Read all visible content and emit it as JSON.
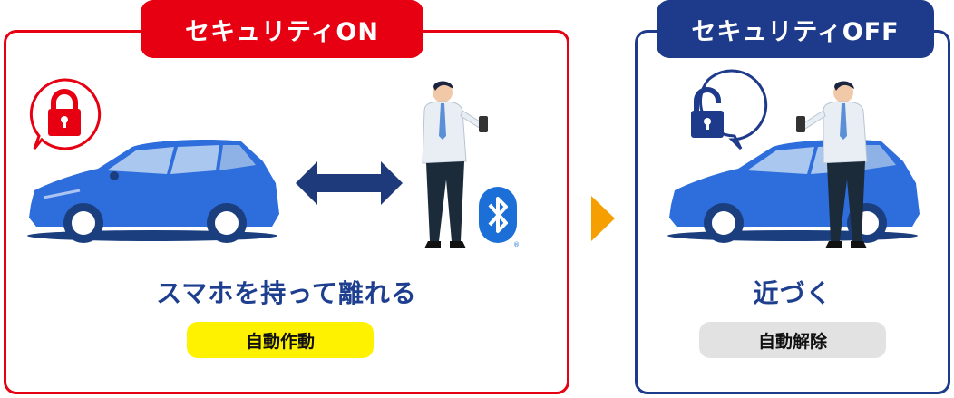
{
  "security_on": {
    "title": "セキュリティON",
    "caption": "スマホを持って離れる",
    "badge": "自動作動",
    "color": "#e60012"
  },
  "security_off": {
    "title": "セキュリティOFF",
    "caption": "近づく",
    "badge": "自動解除",
    "color": "#1e3a8a"
  },
  "colors": {
    "car_body": "#2e6ddc",
    "arrow": "#1e3a7a",
    "next_arrow": "#f5a000",
    "bluetooth": "#1b6fd6",
    "badge_on": "#fff200",
    "badge_off": "#e2e2e2"
  },
  "icons": [
    "lock-icon",
    "unlock-icon",
    "bluetooth-icon",
    "double-arrow-icon",
    "next-arrow-icon"
  ]
}
